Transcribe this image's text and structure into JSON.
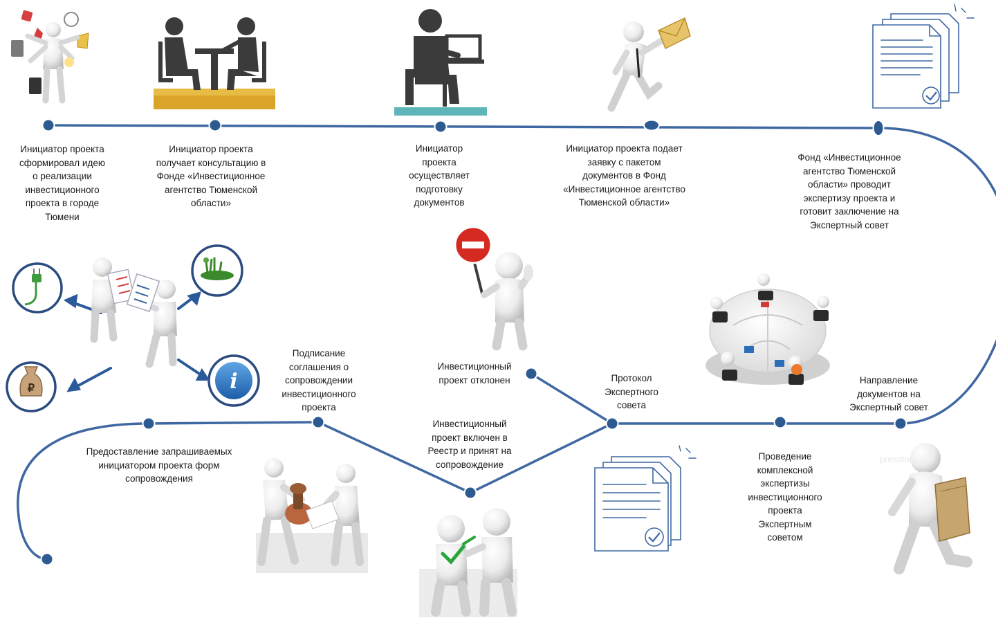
{
  "colors": {
    "path": "#3f68a3",
    "node": "#2e5a92",
    "figure": "#f2f2f2",
    "figure_shade": "#c9c9c9",
    "dark_icon": "#3b3b3b",
    "desk_base": "#d9a428",
    "floor_teal": "#5fb6b8",
    "stop_red": "#d42a22",
    "info_blue": "#2e78c4",
    "check_green": "#2aa53a",
    "circle_border": "#2b4c80"
  },
  "steps": [
    {
      "text": "Инициатор проекта\nсформировал идею\nо реализации\nинвестиционного\nпроекта в городе\nТюмени"
    },
    {
      "text": "Инициатор проекта\nполучает консультацию в\nФонде «Инвестиционное\nагентство Тюменской\nобласти»"
    },
    {
      "text": "Инициатор\nпроекта\nосуществляет\nподготовку\nдокументов"
    },
    {
      "text": "Инициатор проекта подает\nзаявку с пакетом\nдокументов в Фонд\n«Инвестиционное агентство\nТюменской области»"
    },
    {
      "text": "Фонд «Инвестиционное\nагентство Тюменской\nобласти» проводит\nэкспертизу проекта и\nготовит заключение на\nЭкспертный совет"
    },
    {
      "text": "Направление\nдокументов на\nЭкспертный совет"
    },
    {
      "text": "Проведение\nкомплексной\nэкспертизы\nинвестиционного\nпроекта\nЭкспертным\nсоветом"
    },
    {
      "text": "Протокол\nЭкспертного\nсовета"
    },
    {
      "text": "Инвестиционный\nпроект отклонен"
    },
    {
      "text": "Инвестиционный\nпроект включен в\nРеестр и принят на\nсопровождение"
    },
    {
      "text": "Подписание\nсоглашения о\nсопровождении\nинвестиционного\nпроекта"
    },
    {
      "text": "Предоставление запрашиваемых\nинициатором проекта форм\nсопровождения"
    }
  ],
  "icons": {
    "ruble": "₽",
    "info": "i"
  },
  "watermark": "presstoto"
}
